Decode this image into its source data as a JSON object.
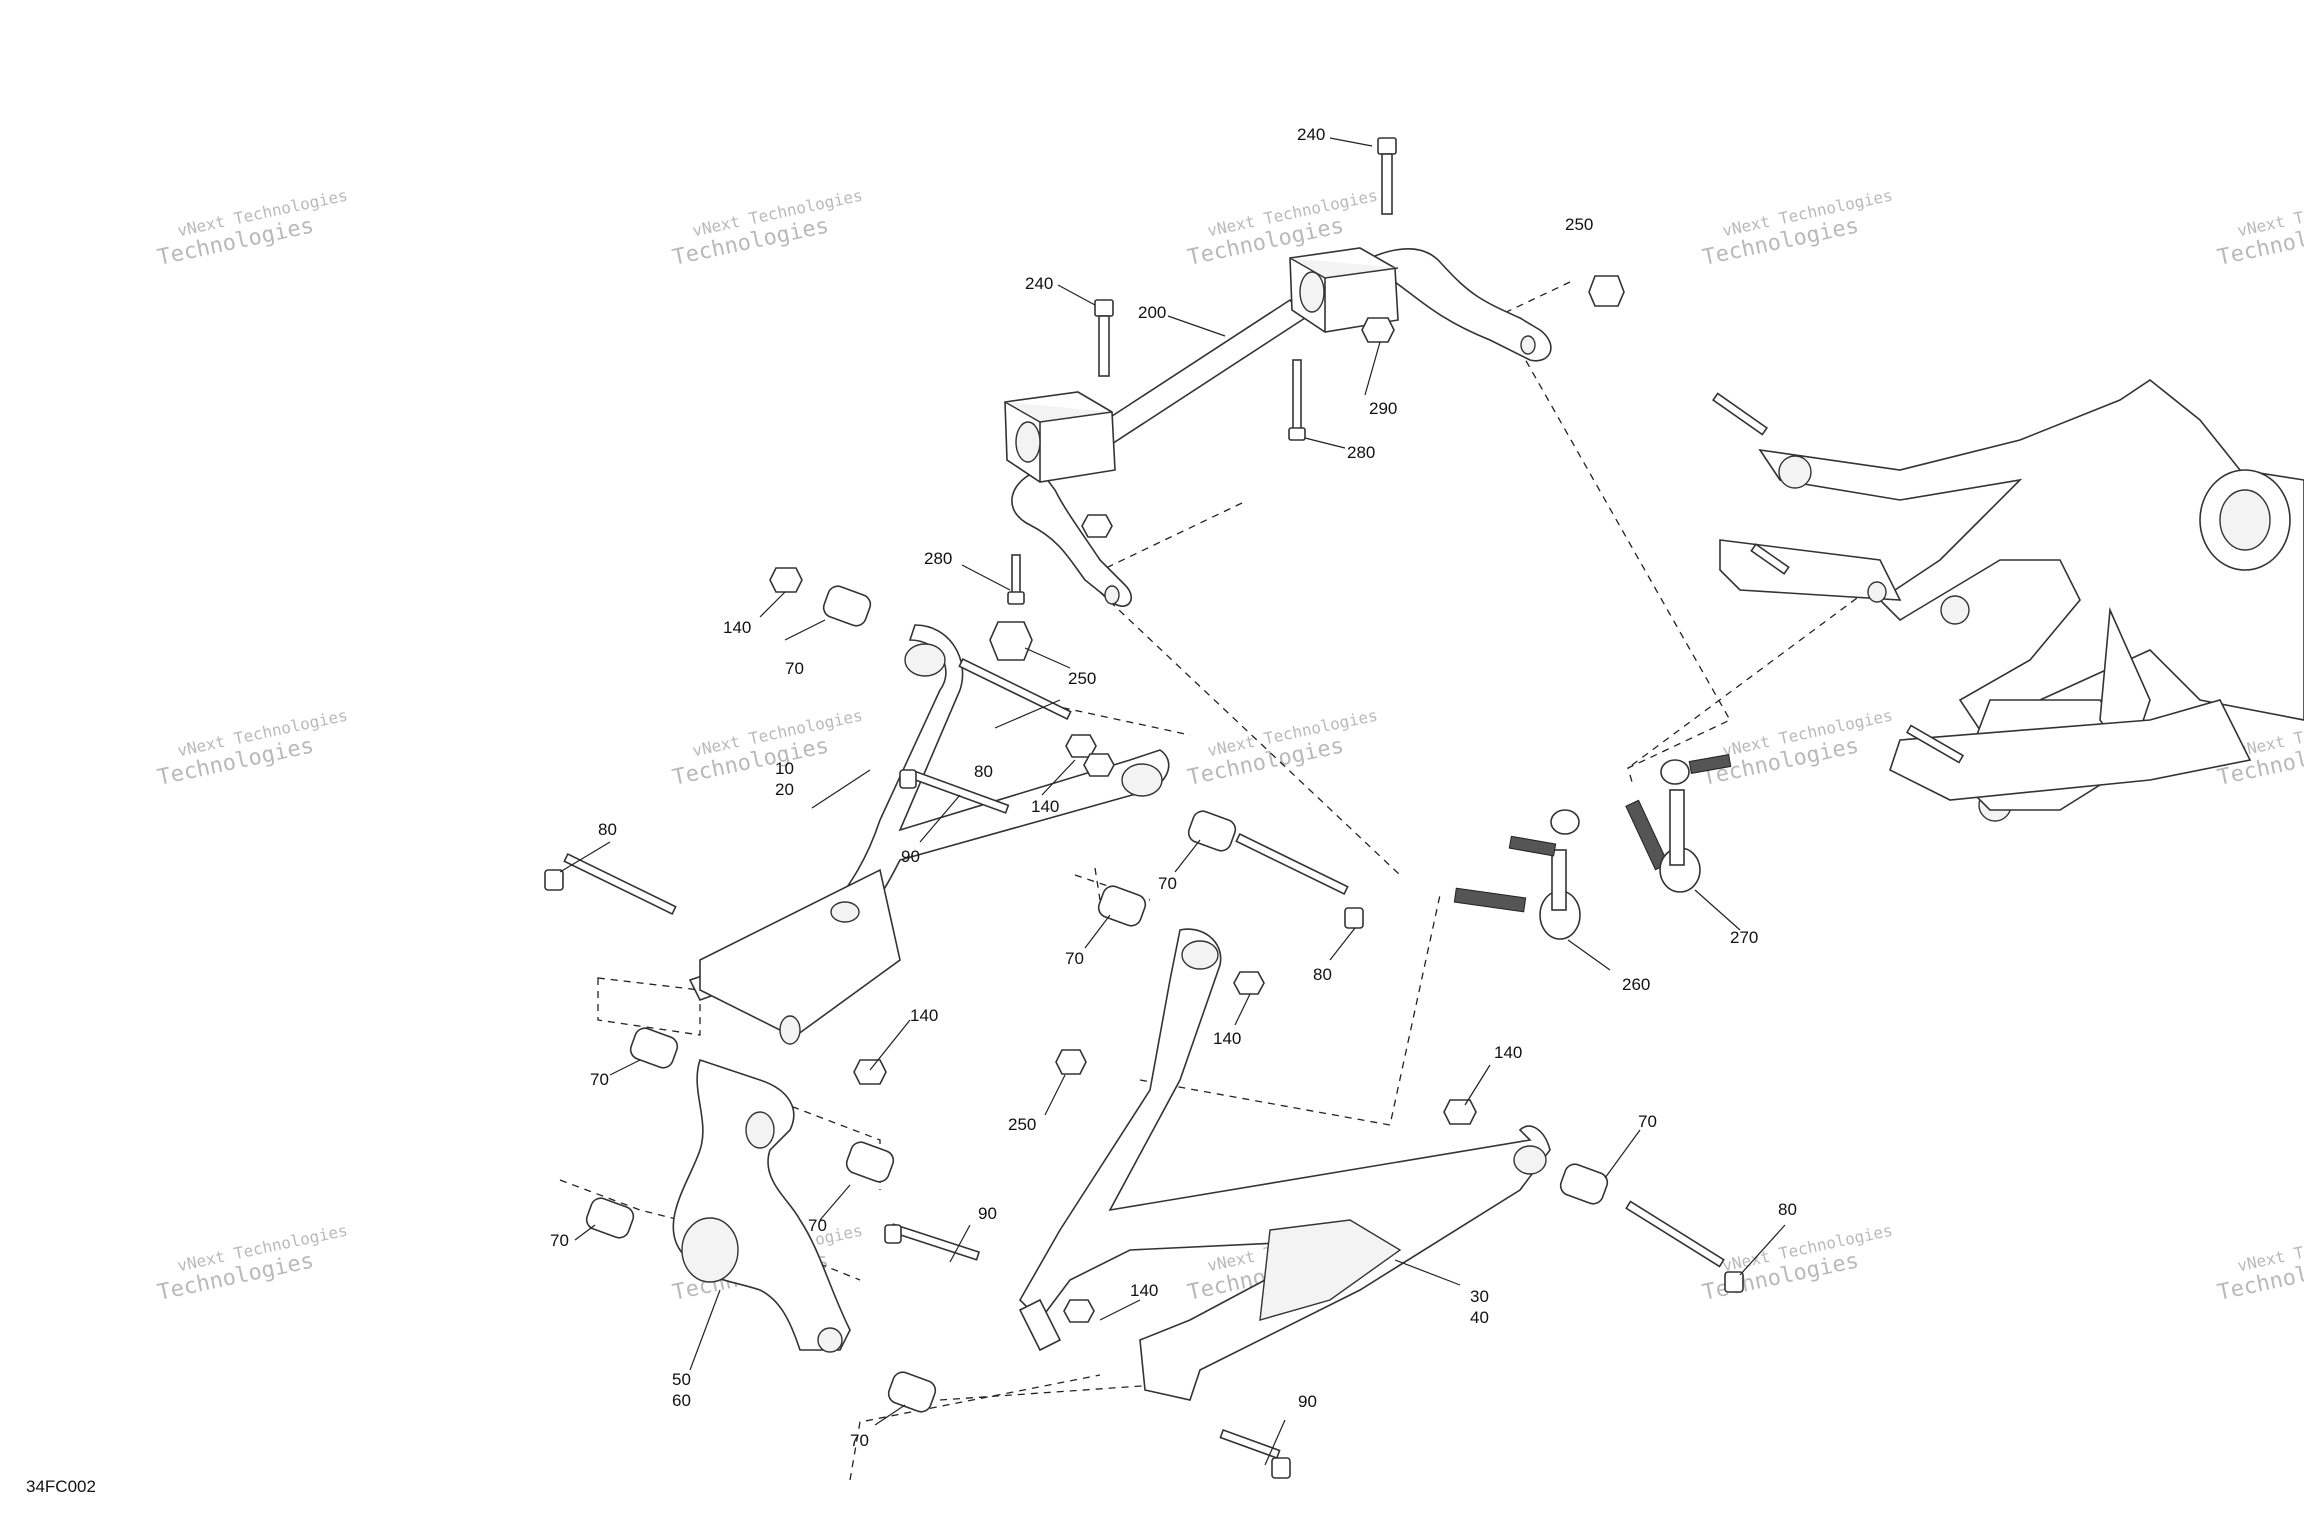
{
  "diagram": {
    "drawing_code": "34FC002",
    "watermark_lines": [
      "vNext Technologies",
      "Technologies"
    ],
    "callouts": [
      {
        "id": "c240a",
        "text": "240"
      },
      {
        "id": "c240b",
        "text": "240"
      },
      {
        "id": "c250a",
        "text": "250"
      },
      {
        "id": "c200",
        "text": "200"
      },
      {
        "id": "c290",
        "text": "290"
      },
      {
        "id": "c280a",
        "text": "280"
      },
      {
        "id": "c280b",
        "text": "280"
      },
      {
        "id": "c250b",
        "text": "250"
      },
      {
        "id": "c140a",
        "text": "140"
      },
      {
        "id": "c70a",
        "text": "70"
      },
      {
        "id": "c80a",
        "text": "80"
      },
      {
        "id": "c10",
        "text": "10"
      },
      {
        "id": "c20",
        "text": "20"
      },
      {
        "id": "c140b",
        "text": "140"
      },
      {
        "id": "c90a",
        "text": "90"
      },
      {
        "id": "c80b",
        "text": "80"
      },
      {
        "id": "c70b",
        "text": "70"
      },
      {
        "id": "c70c",
        "text": "70"
      },
      {
        "id": "c80c",
        "text": "80"
      },
      {
        "id": "c140c",
        "text": "140"
      },
      {
        "id": "c140d",
        "text": "140"
      },
      {
        "id": "c260",
        "text": "260"
      },
      {
        "id": "c270",
        "text": "270"
      },
      {
        "id": "c70d",
        "text": "70"
      },
      {
        "id": "c250c",
        "text": "250"
      },
      {
        "id": "c140e",
        "text": "140"
      },
      {
        "id": "c70e",
        "text": "70"
      },
      {
        "id": "c70f",
        "text": "70"
      },
      {
        "id": "c70g",
        "text": "70"
      },
      {
        "id": "c90b",
        "text": "90"
      },
      {
        "id": "c80d",
        "text": "80"
      },
      {
        "id": "c30",
        "text": "30"
      },
      {
        "id": "c40",
        "text": "40"
      },
      {
        "id": "c140f",
        "text": "140"
      },
      {
        "id": "c50",
        "text": "50"
      },
      {
        "id": "c60",
        "text": "60"
      },
      {
        "id": "c90c",
        "text": "90"
      },
      {
        "id": "c70h",
        "text": "70"
      }
    ]
  }
}
